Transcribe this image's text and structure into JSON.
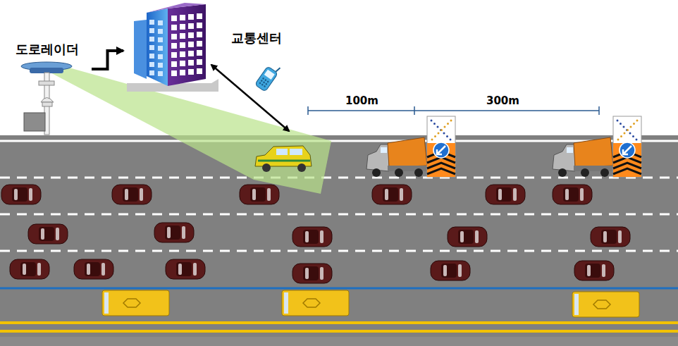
{
  "diagram": {
    "nodes": [
      {
        "text": [
          "도로레이더"
        ]
      },
      {
        "text": [
          "교통센터"
        ]
      }
    ],
    "edges": [
      {
        "from": 0,
        "to": 1,
        "arrow": "to"
      }
    ],
    "labels": [
      "100m",
      "300m"
    ]
  }
}
